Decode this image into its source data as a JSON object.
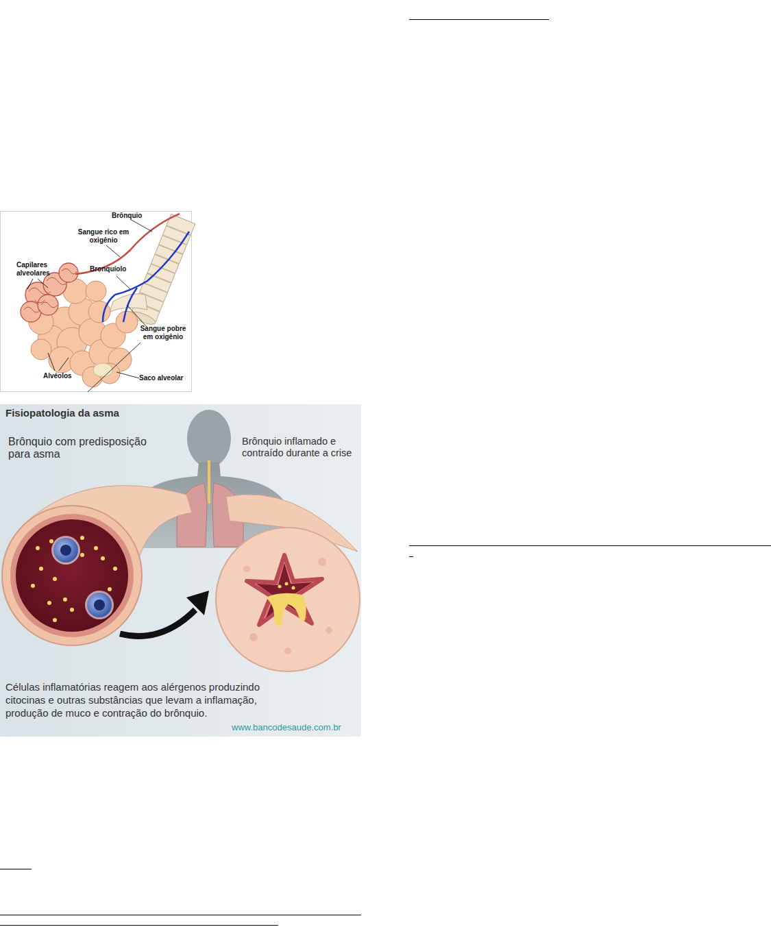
{
  "diagram": {
    "labels": [
      "Brônquio",
      "Sangue rico em oxigênio",
      "Capilares alveolares",
      "Bronquíolo",
      "Sangue pobre em oxigênio",
      "Alvéolos",
      "Saco alveolar",
      "Fisiopatologia da asma",
      "Brônquio com predisposição para asma",
      "Brônquio inflamado e contraído durante a crise",
      "Células inflamatórias reagem aos alérgenos produzindo citocinas e outras substâncias que levam a inflamação, produção de muco e contração do brônquio.",
      "www.bancodesaude.com.br"
    ]
  }
}
